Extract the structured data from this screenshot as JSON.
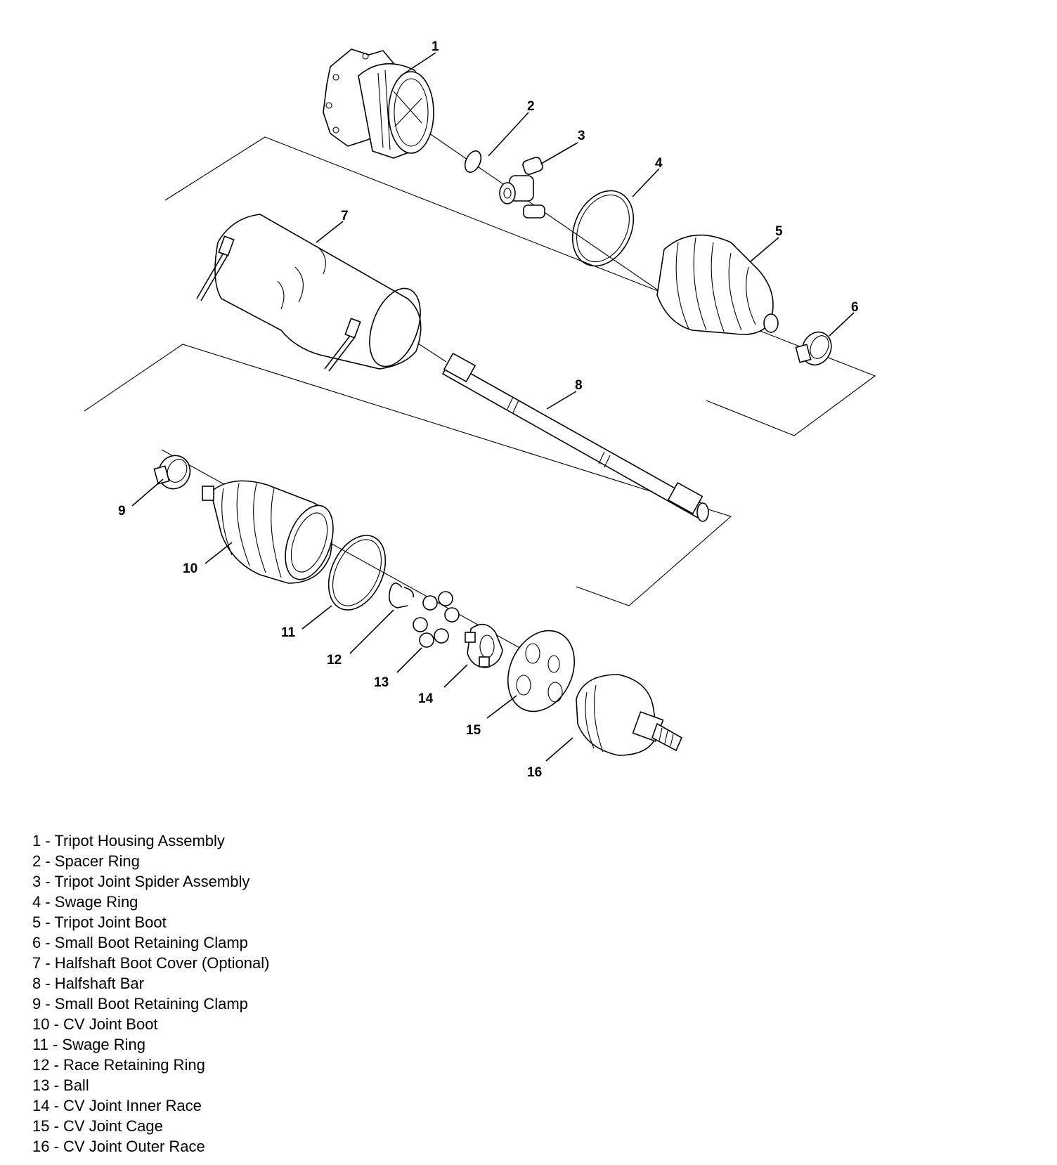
{
  "callouts": [
    "1",
    "2",
    "3",
    "4",
    "5",
    "6",
    "7",
    "8",
    "9",
    "10",
    "11",
    "12",
    "13",
    "14",
    "15",
    "16"
  ],
  "legend": [
    "1 - Tripot Housing Assembly",
    "2 - Spacer Ring",
    "3 - Tripot Joint Spider Assembly",
    "4 - Swage Ring",
    "5 - Tripot Joint Boot",
    "6 - Small Boot Retaining Clamp",
    "7 - Halfshaft Boot Cover (Optional)",
    "8 - Halfshaft Bar",
    "9 - Small Boot Retaining Clamp",
    "10 - CV Joint Boot",
    "11 - Swage Ring",
    "12 - Race Retaining Ring",
    "13 - Ball",
    "14 - CV Joint Inner Race",
    "15 - CV Joint Cage",
    "16 - CV Joint Outer Race"
  ]
}
